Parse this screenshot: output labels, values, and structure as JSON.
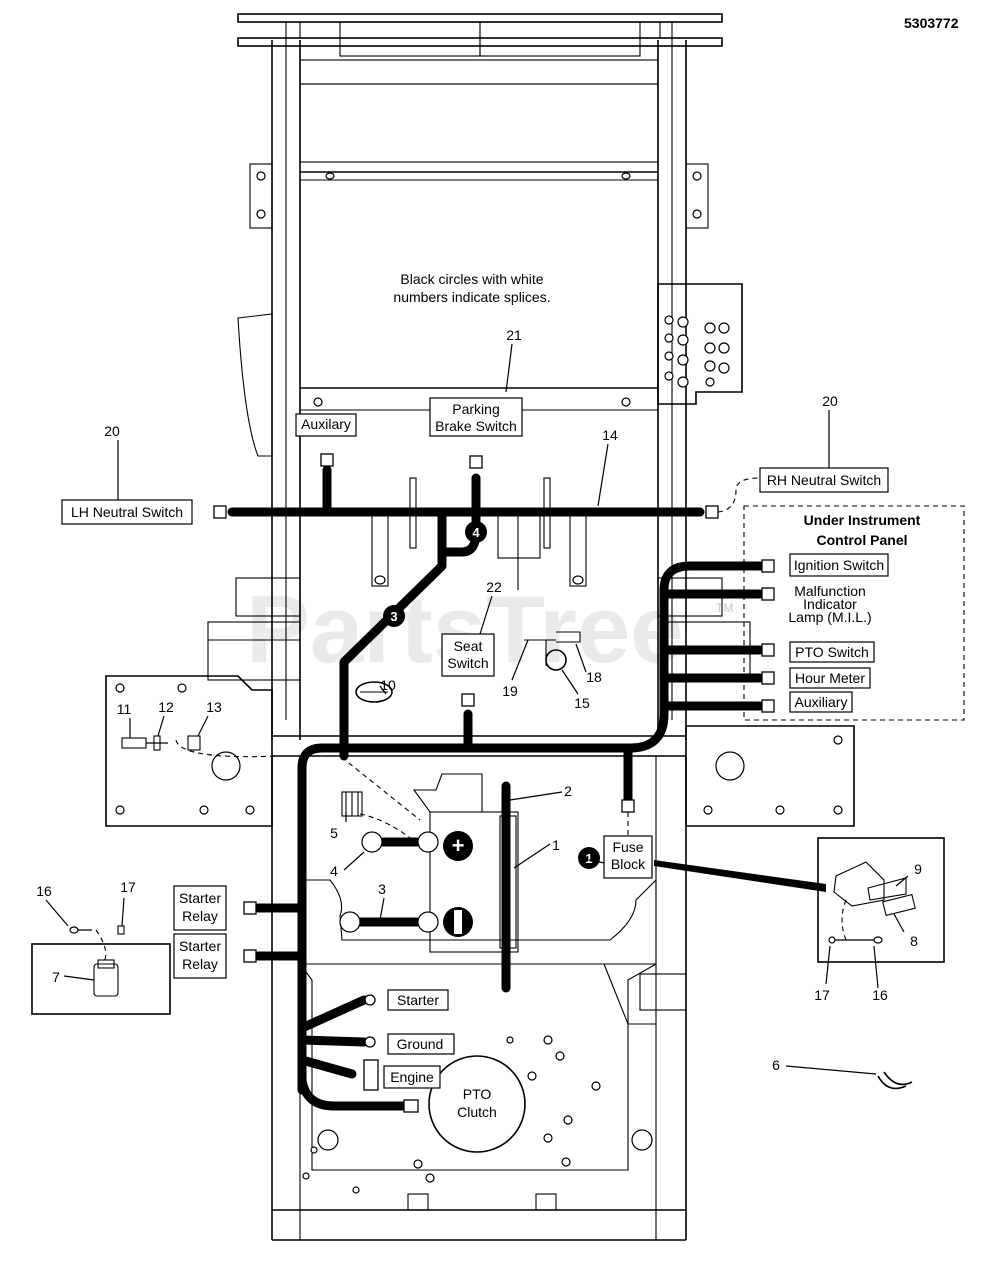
{
  "document_id": "5303772",
  "note": {
    "line1": "Black circles with white",
    "line2": "numbers indicate splices."
  },
  "watermark": {
    "text": "PartsTree",
    "tm": "TM"
  },
  "panel": {
    "title1": "Under Instrument",
    "title2": "Control Panel",
    "items": {
      "ignition": "Ignition Switch",
      "mil1": "Malfunction",
      "mil2": "Indicator",
      "mil3": "Lamp (M.I.L.)",
      "pto": "PTO Switch",
      "hour": "Hour Meter",
      "aux": "Auxiliary"
    }
  },
  "labels": {
    "auxilary": "Auxilary",
    "parking1": "Parking",
    "parking2": "Brake Switch",
    "lh_neutral": "LH Neutral Switch",
    "rh_neutral": "RH Neutral Switch",
    "seat1": "Seat",
    "seat2": "Switch",
    "fuse1": "Fuse",
    "fuse2": "Block",
    "starter_relay1": "Starter",
    "starter_relay2": "Relay",
    "starter": "Starter",
    "ground": "Ground",
    "engine": "Engine",
    "pto1": "PTO",
    "pto2": "Clutch"
  },
  "splices": [
    "1",
    "3",
    "4"
  ],
  "callouts": {
    "c1": "1",
    "c2": "2",
    "c3": "3",
    "c4": "4",
    "c5": "5",
    "c6": "6",
    "c7": "7",
    "c8": "8",
    "c9": "9",
    "c10": "10",
    "c11": "11",
    "c12": "12",
    "c13": "13",
    "c14": "14",
    "c15": "15",
    "c16a": "16",
    "c16b": "16",
    "c17a": "17",
    "c17b": "17",
    "c18": "18",
    "c19": "19",
    "c20a": "20",
    "c20b": "20",
    "c21": "21",
    "c22": "22"
  }
}
